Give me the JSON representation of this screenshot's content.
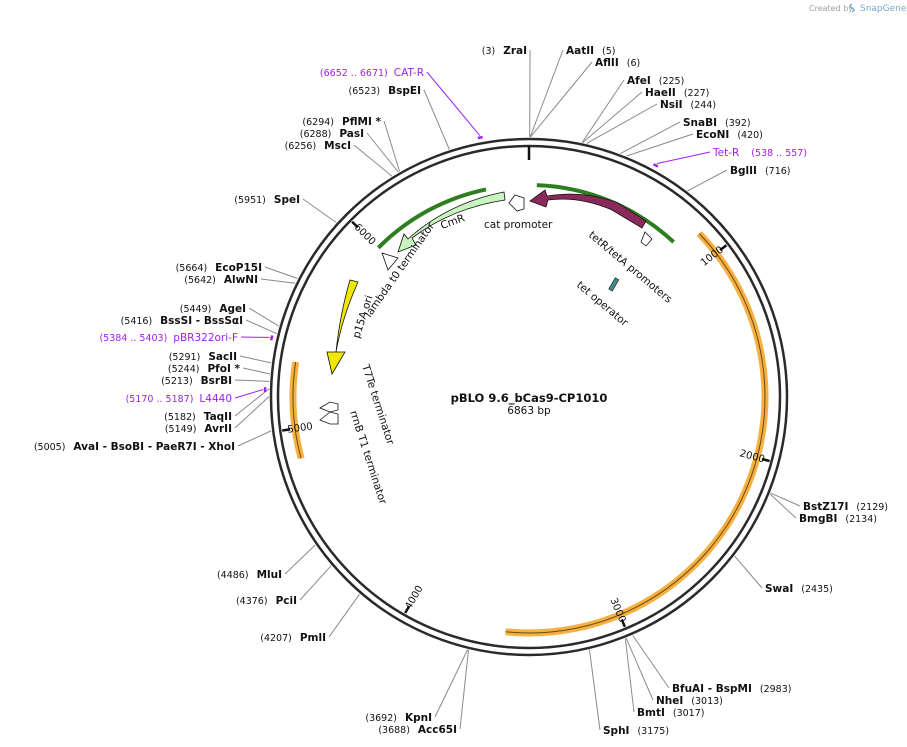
{
  "map": {
    "name": "pBLO 9.6_bCas9-CP1010",
    "length_label": "6863 bp",
    "total_bp": 6863
  },
  "credit": {
    "created_by": "Created by",
    "brand": "SnapGene"
  },
  "colors": {
    "backbone": "#2a2a2a",
    "primer": "#a020f0",
    "orange_feature": "#f5b041",
    "green_feature": "#2e7d1e",
    "cmr": "#c8f5c0",
    "tetr": "#8b2a5a",
    "p15a": "#f0e800",
    "operator": "#3f8f8f"
  },
  "ticks": [
    {
      "bp": 1000,
      "label": "1000"
    },
    {
      "bp": 2000,
      "label": "2000"
    },
    {
      "bp": 3000,
      "label": "3000"
    },
    {
      "bp": 4000,
      "label": "4000"
    },
    {
      "bp": 5000,
      "label": "5000"
    },
    {
      "bp": 6000,
      "label": "6000"
    }
  ],
  "sites": [
    {
      "name": "ZraI",
      "pos": "(3)",
      "bp": 3
    },
    {
      "name": "AatII",
      "pos": "(5)",
      "bp": 5
    },
    {
      "name": "AflII",
      "pos": "(6)",
      "bp": 6
    },
    {
      "name": "AfeI",
      "pos": "(225)",
      "bp": 225
    },
    {
      "name": "HaeII",
      "pos": "(227)",
      "bp": 227
    },
    {
      "name": "NsiI",
      "pos": "(244)",
      "bp": 244
    },
    {
      "name": "SnaBI",
      "pos": "(392)",
      "bp": 392
    },
    {
      "name": "EcoNI",
      "pos": "(420)",
      "bp": 420
    },
    {
      "name": "BglII",
      "pos": "(716)",
      "bp": 716
    },
    {
      "name": "BstZ17I",
      "pos": "(2129)",
      "bp": 2129
    },
    {
      "name": "BmgBI",
      "pos": "(2134)",
      "bp": 2134
    },
    {
      "name": "SwaI",
      "pos": "(2435)",
      "bp": 2435
    },
    {
      "name": "BfuAI - BspMI",
      "pos": "(2983)",
      "bp": 2983
    },
    {
      "name": "NheI",
      "pos": "(3013)",
      "bp": 3013
    },
    {
      "name": "BmtI",
      "pos": "(3017)",
      "bp": 3017
    },
    {
      "name": "SphI",
      "pos": "(3175)",
      "bp": 3175
    },
    {
      "name": "KpnI",
      "pos": "(3692)",
      "bp": 3692
    },
    {
      "name": "Acc65I",
      "pos": "(3688)",
      "bp": 3688
    },
    {
      "name": "PmlI",
      "pos": "(4207)",
      "bp": 4207
    },
    {
      "name": "PciI",
      "pos": "(4376)",
      "bp": 4376
    },
    {
      "name": "MluI",
      "pos": "(4486)",
      "bp": 4486
    },
    {
      "name": "AvaI - BsoBI - PaeR7I - XhoI",
      "pos": "(5005)",
      "bp": 5005
    },
    {
      "name": "AvrII",
      "pos": "(5149)",
      "bp": 5149
    },
    {
      "name": "TaqII",
      "pos": "(5182)",
      "bp": 5182
    },
    {
      "name": "BsrBI",
      "pos": "(5213)",
      "bp": 5213
    },
    {
      "name": "PfoI *",
      "pos": "(5244)",
      "bp": 5244
    },
    {
      "name": "SacII",
      "pos": "(5291)",
      "bp": 5291
    },
    {
      "name": "BssSI - BssSαI",
      "pos": "(5416)",
      "bp": 5416
    },
    {
      "name": "AgeI",
      "pos": "(5449)",
      "bp": 5449
    },
    {
      "name": "AlwNI",
      "pos": "(5642)",
      "bp": 5642
    },
    {
      "name": "EcoP15I",
      "pos": "(5664)",
      "bp": 5664
    },
    {
      "name": "SpeI",
      "pos": "(5951)",
      "bp": 5951
    },
    {
      "name": "MscI",
      "pos": "(6256)",
      "bp": 6256
    },
    {
      "name": "PasI",
      "pos": "(6288)",
      "bp": 6288
    },
    {
      "name": "PflMI *",
      "pos": "(6294)",
      "bp": 6294
    },
    {
      "name": "BspEI",
      "pos": "(6523)",
      "bp": 6523
    }
  ],
  "primers": [
    {
      "name": "CAT-R",
      "pos": "(6652 .. 6671)",
      "bp": 6660
    },
    {
      "name": "Tet-R",
      "pos": "(538 .. 557)",
      "bp": 547
    },
    {
      "name": "pBR322ori-F",
      "pos": "(5384 .. 5403)",
      "bp": 5394
    },
    {
      "name": "L4440",
      "pos": "(5170 .. 5187)",
      "bp": 5178
    }
  ],
  "features": [
    {
      "name": "TetR"
    },
    {
      "name": "CmR"
    },
    {
      "name": "p15A ori"
    },
    {
      "name": "cat promoter"
    },
    {
      "name": "tetR/tetA promoters"
    },
    {
      "name": "tet operator"
    },
    {
      "name": "lambda t0 terminator"
    },
    {
      "name": "T7Te terminator"
    },
    {
      "name": "rrnB T1 terminator"
    }
  ]
}
